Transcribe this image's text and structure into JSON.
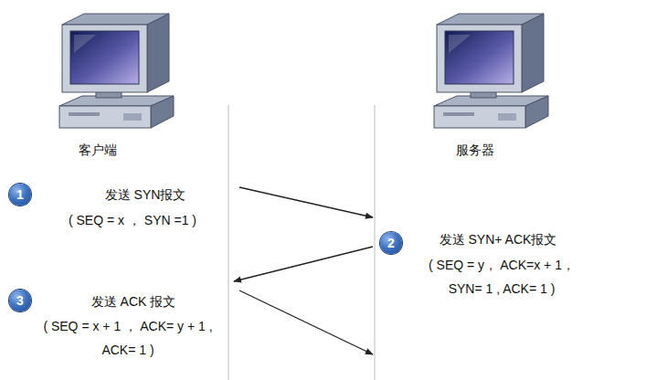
{
  "diagram": {
    "nodes": [
      {
        "text": [
          "1"
        ]
      },
      {
        "text": [
          "2"
        ]
      },
      {
        "text": [
          "3"
        ]
      }
    ],
    "labels": [
      "客户端",
      "服务器",
      "发送 SYN报文",
      "( SEQ = x ， SYN =1 )",
      "发送 SYN+ ACK报文",
      "( SEQ = y， ACK=x + 1， SYN= 1 , ACK= 1 )",
      "发送 ACK 报文",
      "( SEQ = x + 1 ， ACK= y + 1 , ACK= 1 )"
    ]
  }
}
